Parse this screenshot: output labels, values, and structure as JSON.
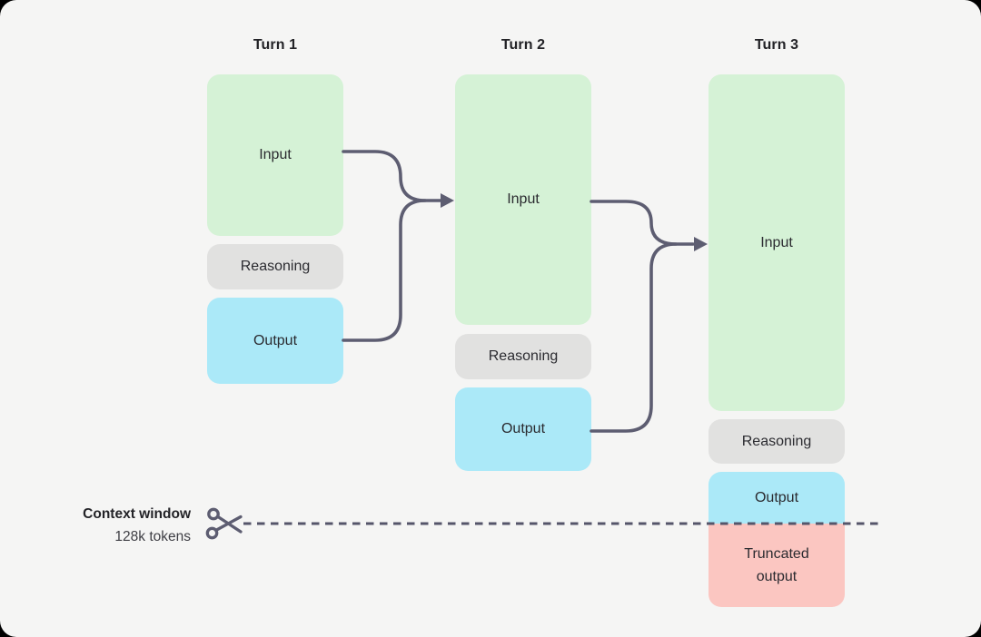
{
  "diagram": {
    "title_hint": "Context accumulation across conversation turns",
    "turns": [
      {
        "label": "Turn 1",
        "input": "Input",
        "reasoning": "Reasoning",
        "output": "Output"
      },
      {
        "label": "Turn 2",
        "input": "Input",
        "reasoning": "Reasoning",
        "output": "Output"
      },
      {
        "label": "Turn 3",
        "input": "Input",
        "reasoning": "Reasoning",
        "output": "Output",
        "truncated": "Truncated output"
      }
    ],
    "context_window": {
      "title": "Context window",
      "subtitle": "128k tokens",
      "icon": "scissors-icon"
    },
    "colors": {
      "background": "#f5f5f4",
      "outer_corner": "#000000",
      "input_box": "#d5f2d6",
      "reasoning_box": "#e1e1e0",
      "output_box": "#abe9f8",
      "truncated_box": "#fbc6c1",
      "connector": "#5d5d71",
      "text": "#2b2b30"
    }
  }
}
